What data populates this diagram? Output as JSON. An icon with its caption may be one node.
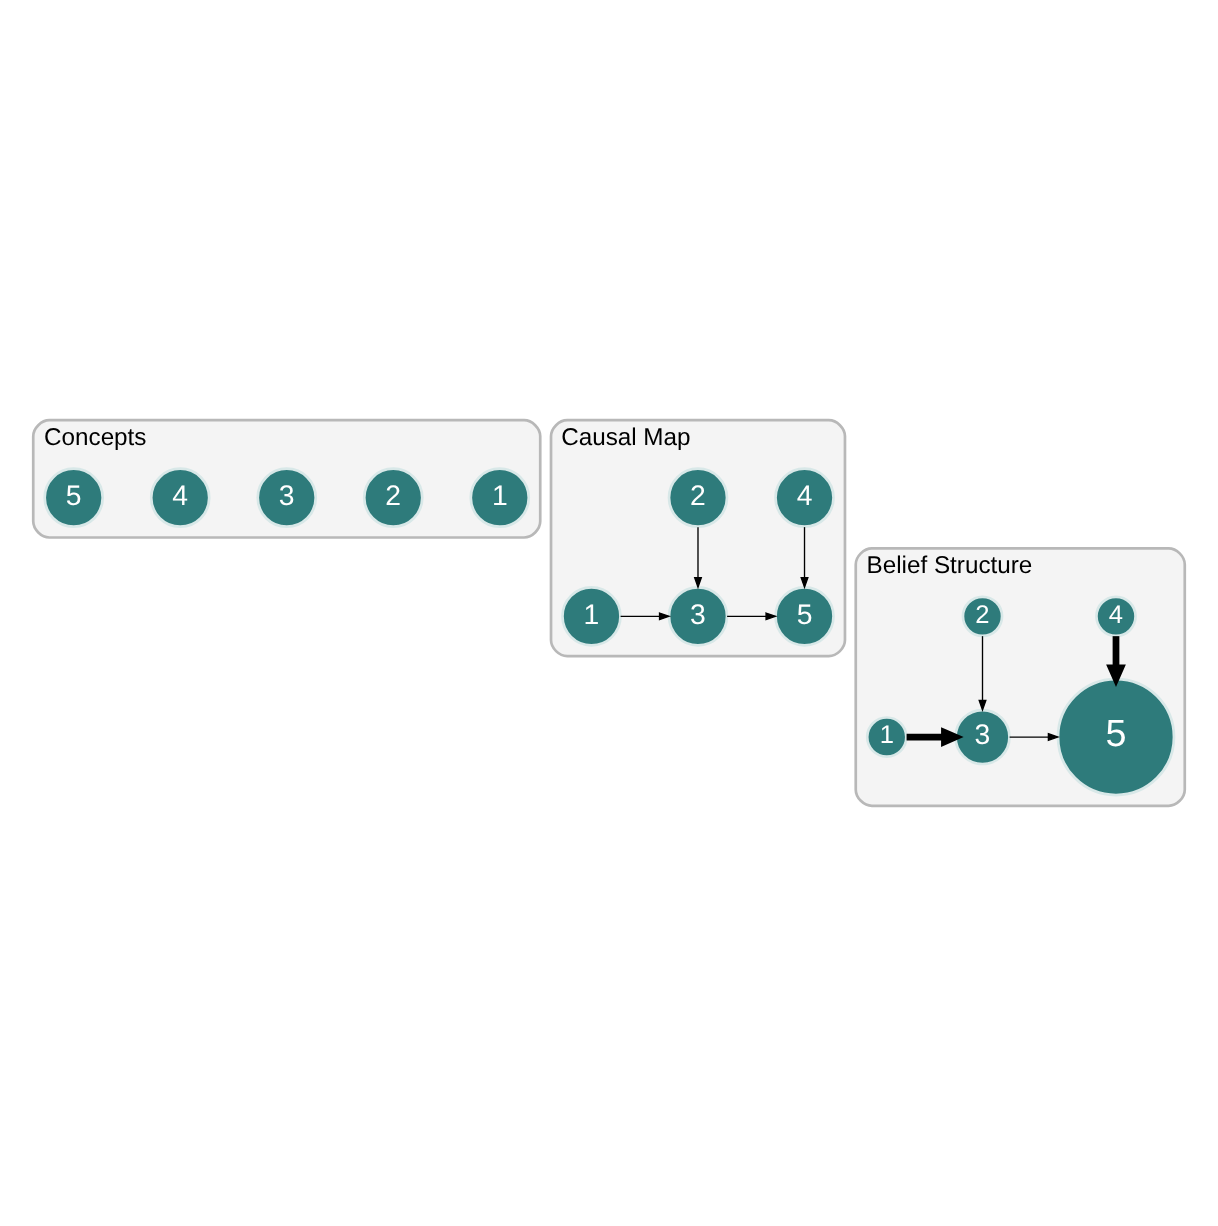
{
  "diagram": {
    "nodes": [
      {
        "text": [
          "Concepts"
        ]
      },
      {
        "text": [
          "1"
        ],
        "in": 0
      },
      {
        "text": [
          "2"
        ],
        "in": 0
      },
      {
        "text": [
          "3"
        ],
        "in": 0
      },
      {
        "text": [
          "4"
        ],
        "in": 0
      },
      {
        "text": [
          "5"
        ],
        "in": 0
      },
      {
        "text": [
          "Causal Map"
        ]
      },
      {
        "text": [
          "1"
        ],
        "in": 6
      },
      {
        "text": [
          "2"
        ],
        "in": 6
      },
      {
        "text": [
          "3"
        ],
        "in": 6
      },
      {
        "text": [
          "4"
        ],
        "in": 6
      },
      {
        "text": [
          "5"
        ],
        "in": 6
      },
      {
        "text": [
          "Belief Structure"
        ]
      },
      {
        "text": [
          "1"
        ],
        "in": 12
      },
      {
        "text": [
          "2"
        ],
        "in": 12
      },
      {
        "text": [
          "3"
        ],
        "in": 12
      },
      {
        "text": [
          "4"
        ],
        "in": 12
      },
      {
        "text": [
          "5"
        ],
        "in": 12
      }
    ],
    "edges": [
      {
        "from": 7,
        "to": 9,
        "arrow": "to"
      },
      {
        "from": 8,
        "to": 9,
        "arrow": "to"
      },
      {
        "from": 9,
        "to": 11,
        "arrow": "to"
      },
      {
        "from": 10,
        "to": 11,
        "arrow": "to"
      },
      {
        "from": 13,
        "to": 15,
        "arrow": "to",
        "style": "thick"
      },
      {
        "from": 14,
        "to": 15,
        "arrow": "to"
      },
      {
        "from": 15,
        "to": 17,
        "arrow": "to"
      },
      {
        "from": 16,
        "to": 17,
        "arrow": "to",
        "style": "thick"
      }
    ]
  }
}
